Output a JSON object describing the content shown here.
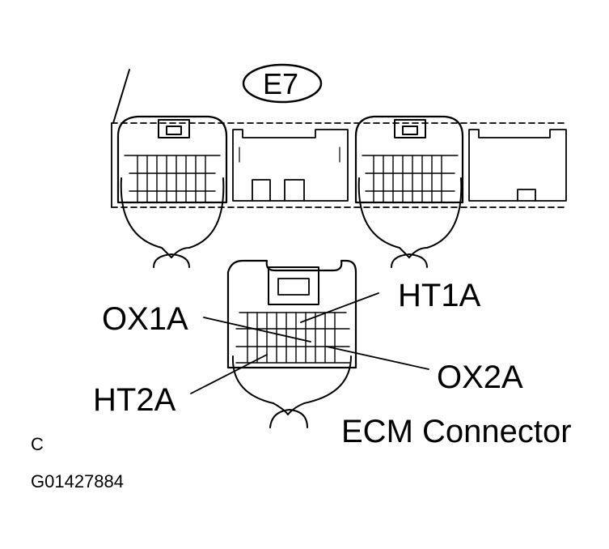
{
  "connector_id": "E7",
  "callouts": {
    "ht1a": "HT1A",
    "ox1a": "OX1A",
    "ox2a": "OX2A",
    "ht2a": "HT2A"
  },
  "caption": "ECM Connector",
  "view_letter": "C",
  "figure_code": "G01427884",
  "colors": {
    "ink": "#000000",
    "background": "#ffffff"
  }
}
